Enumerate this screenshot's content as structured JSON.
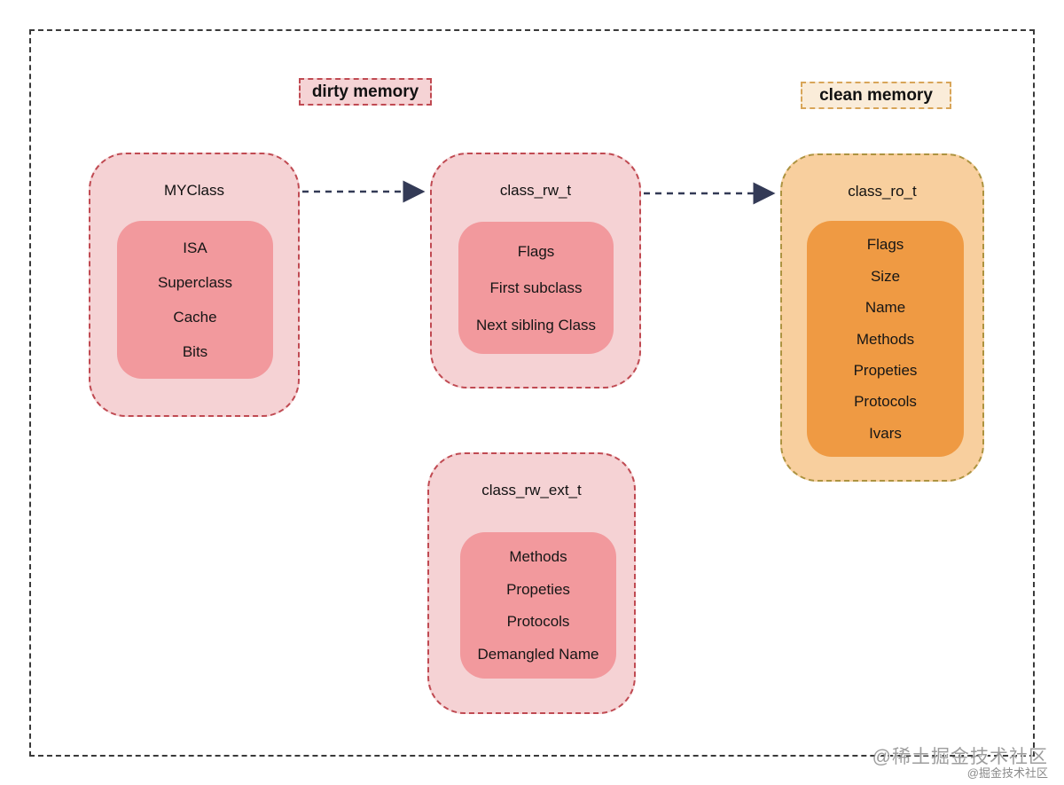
{
  "legend": {
    "dirty": {
      "label": "dirty memory",
      "bg": "#f5d3d5",
      "border": "#c04a52"
    },
    "clean": {
      "label": "clean memory",
      "bg": "#faecd9",
      "border": "#d8a558"
    }
  },
  "boxes": {
    "myclass": {
      "title": "MYClass",
      "items": [
        "ISA",
        "Superclass",
        "Cache",
        "Bits"
      ]
    },
    "class_rw_t": {
      "title": "class_rw_t",
      "items": [
        "Flags",
        "First subclass",
        "Next sibling Class"
      ]
    },
    "class_ro_t": {
      "title": "class_ro_t",
      "items": [
        "Flags",
        "Size",
        "Name",
        "Methods",
        "Propeties",
        "Protocols",
        "Ivars"
      ]
    },
    "class_rw_ext_t": {
      "title": "class_rw_ext_t",
      "items": [
        "Methods",
        "Propeties",
        "Protocols",
        "Demangled Name"
      ]
    }
  },
  "colors": {
    "pink_outer": "#f5d2d4",
    "pink_inner": "#f2999d",
    "pink_border": "#c04a52",
    "orange_outer": "#f8cf9e",
    "orange_inner": "#ef9a43",
    "orange_border": "#ad9340",
    "arrow": "#333a56",
    "frame": "#3a3a3a"
  },
  "watermark": {
    "line1": "@稀土掘金技术社区",
    "line2": "@掘金技术社区"
  }
}
